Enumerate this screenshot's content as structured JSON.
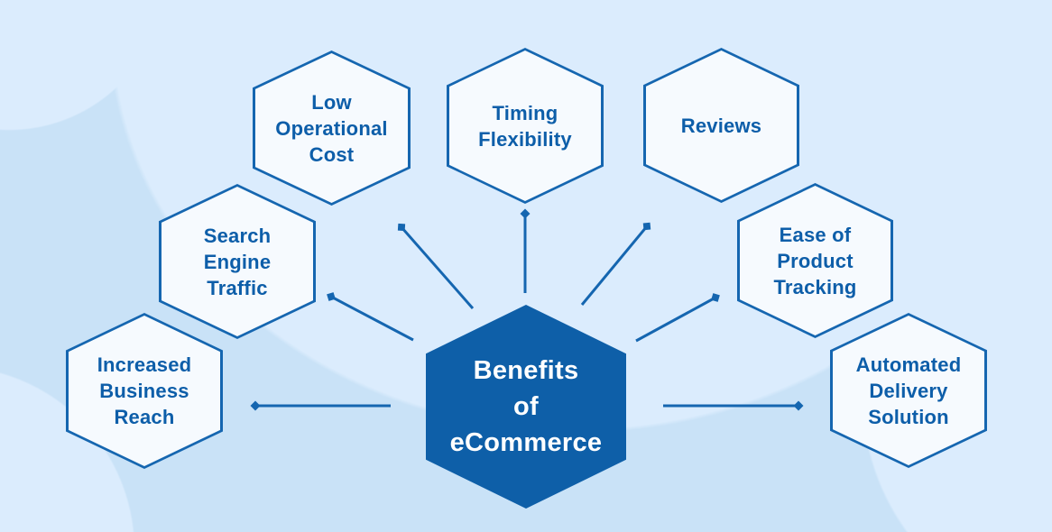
{
  "diagram": {
    "center": {
      "label": "Benefits of eCommerce",
      "lines": [
        "Benefits",
        "of",
        "eCommerce"
      ]
    },
    "nodes": [
      {
        "id": "low-operational-cost",
        "label": "Low Operational Cost",
        "lines": [
          "Low",
          "Operational",
          "Cost"
        ]
      },
      {
        "id": "timing-flexibility",
        "label": "Timing Flexibility",
        "lines": [
          "Timing",
          "Flexibility"
        ]
      },
      {
        "id": "reviews",
        "label": "Reviews",
        "lines": [
          "Reviews"
        ]
      },
      {
        "id": "search-engine-traffic",
        "label": "Search Engine Traffic",
        "lines": [
          "Search",
          "Engine",
          "Traffic"
        ]
      },
      {
        "id": "ease-of-product-tracking",
        "label": "Ease of Product Tracking",
        "lines": [
          "Ease of",
          "Product",
          "Tracking"
        ]
      },
      {
        "id": "increased-business-reach",
        "label": "Increased Business Reach",
        "lines": [
          "Increased",
          "Business",
          "Reach"
        ]
      },
      {
        "id": "automated-delivery-solution",
        "label": "Automated Delivery Solution",
        "lines": [
          "Automated",
          "Delivery",
          "Solution"
        ]
      }
    ]
  },
  "colors": {
    "canvas_bg": "#c9e2f7",
    "blob": "#dbecfd",
    "line_blue": "#1566b0",
    "node_border": "#1566b0",
    "node_fill": "#f6fafe",
    "node_text": "#0d5ea9",
    "center_fill": "#0e5fa8",
    "center_text": "#ffffff"
  }
}
